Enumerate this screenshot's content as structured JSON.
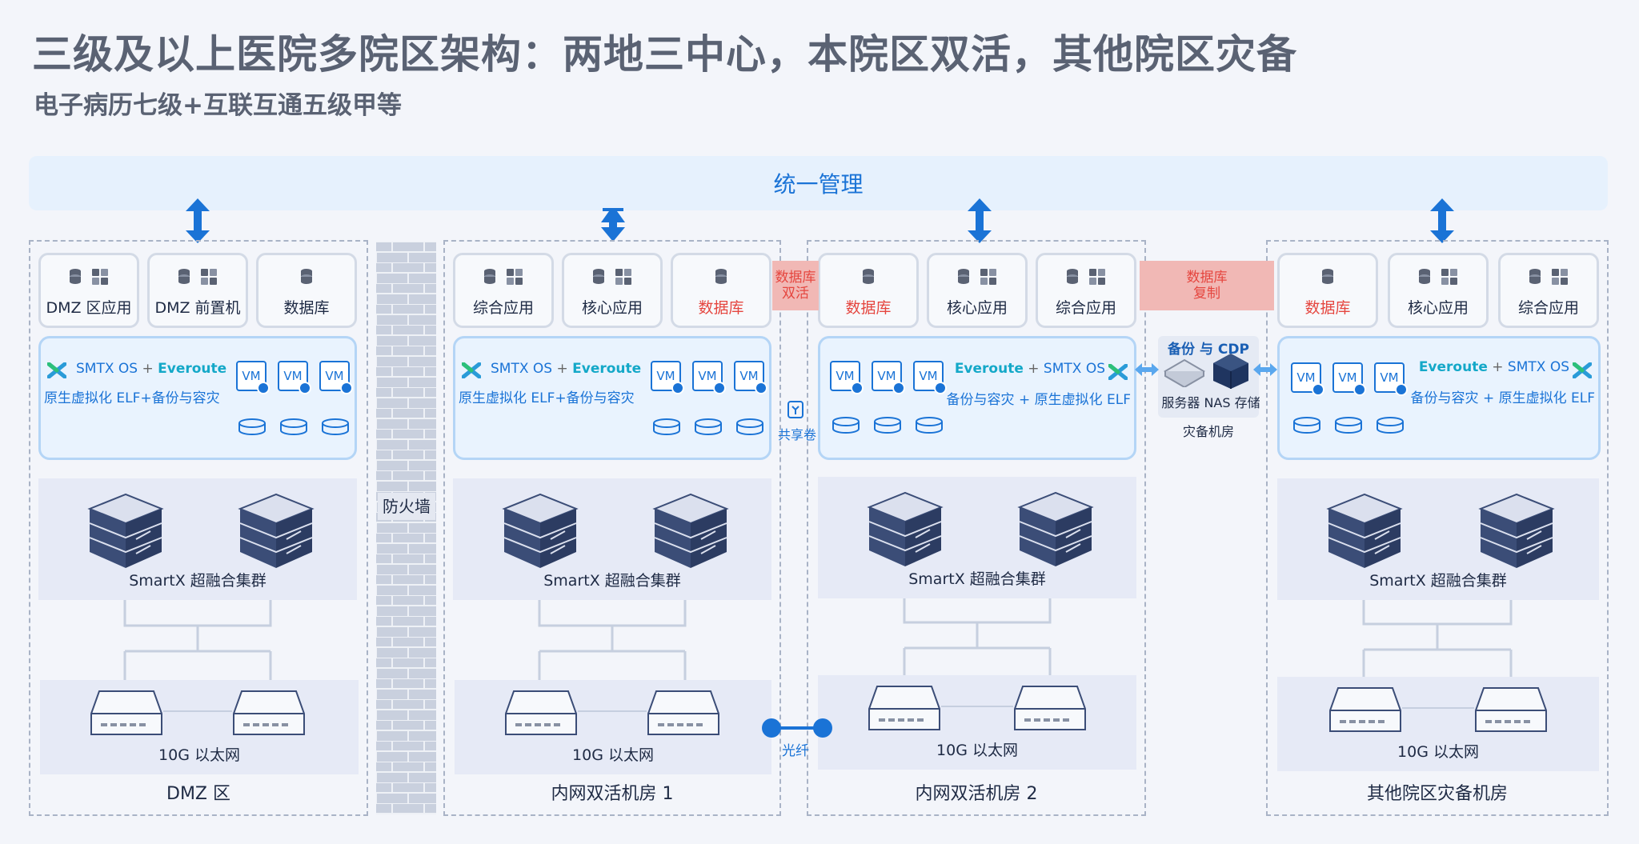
{
  "title": "三级及以上医院多院区架构：两地三中心，本院区双活，其他院区灾备",
  "subtitle": "电子病历七级+互联互通五级甲等",
  "management": "统一管理",
  "firewall": "防火墙",
  "colors": {
    "accent": "#1a73d6",
    "red": "#e5463f",
    "everoute": "#14a8c8",
    "zone_border": "#a9b3c6"
  },
  "software": {
    "smtx": "SMTX OS",
    "plus": "+",
    "everoute": "Everoute",
    "elf_line": "原生虚拟化 ELF+备份与容灾",
    "elf_line_rev": "备份与容灾 + 原生虚拟化 ELF",
    "vm": "VM"
  },
  "cluster_label": "SmartX 超融合集群",
  "network_label": "10G 以太网",
  "links": {
    "db_active": "数据库\n双活",
    "db_replicate": "数据库\n复制",
    "shared_volume": "共享卷",
    "fiber": "光纤"
  },
  "dr": {
    "title": "备份 与 CDP",
    "devices": "服务器 NAS 存储",
    "room": "灾备机房"
  },
  "zones": [
    {
      "label": "DMZ 区",
      "cards": [
        "DMZ 区应用",
        "DMZ 前置机",
        "数据库"
      ]
    },
    {
      "label": "内网双活机房 1",
      "cards": [
        "综合应用",
        "核心应用",
        "数据库"
      ]
    },
    {
      "label": "内网双活机房 2",
      "cards": [
        "数据库",
        "核心应用",
        "综合应用"
      ]
    },
    {
      "label": "其他院区灾备机房",
      "cards": [
        "数据库",
        "核心应用",
        "综合应用"
      ]
    }
  ]
}
